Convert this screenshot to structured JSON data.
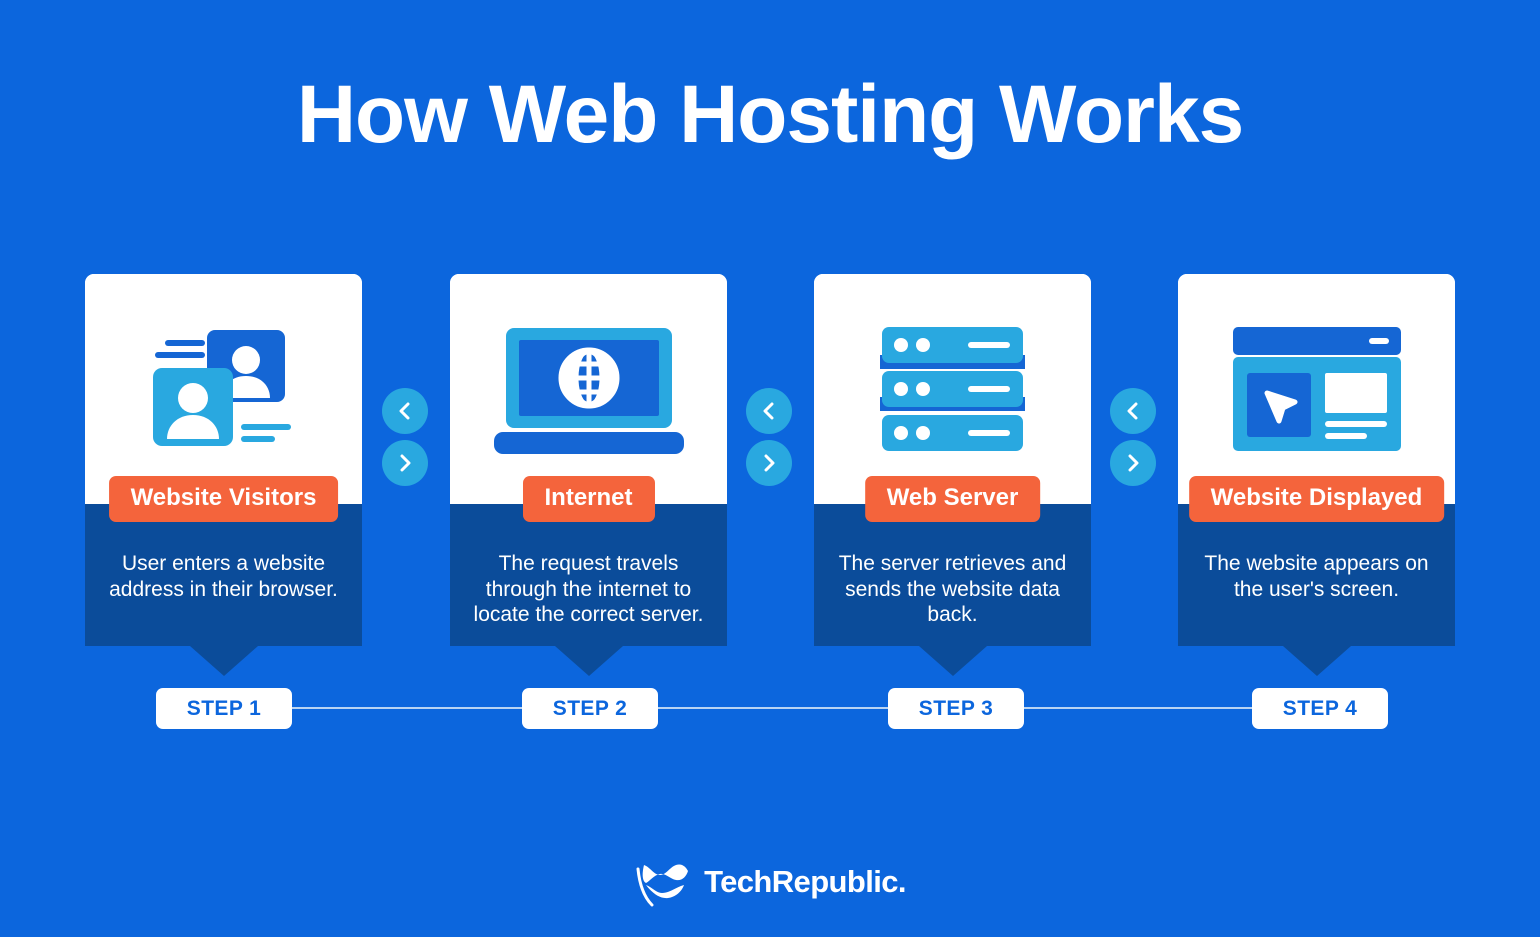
{
  "page": {
    "title": "How Web Hosting Works",
    "background_color": "#0C66DD",
    "panel_color": "#0B4C9A",
    "badge_color": "#F4643C",
    "accent_color": "#29A8E0"
  },
  "cards": [
    {
      "icon": "user-cards-icon",
      "badge": "Website Visitors",
      "description": "User enters a website address in their browser.",
      "step": "STEP 1"
    },
    {
      "icon": "laptop-globe-icon",
      "badge": "Internet",
      "description": "The request travels through the internet to locate the correct server.",
      "step": "STEP 2"
    },
    {
      "icon": "server-rack-icon",
      "badge": "Web Server",
      "description": "The server retrieves and sends the website data back.",
      "step": "STEP 3"
    },
    {
      "icon": "browser-window-icon",
      "badge": "Website Displayed",
      "description": "The website appears on the user's screen.",
      "step": "STEP 4"
    }
  ],
  "connectors": [
    {
      "up": "chevron-left-icon",
      "down": "chevron-right-icon"
    },
    {
      "up": "chevron-left-icon",
      "down": "chevron-right-icon"
    },
    {
      "up": "chevron-left-icon",
      "down": "chevron-right-icon"
    }
  ],
  "footer": {
    "brand": "TechRepublic.",
    "mark": "techrepublic-wave-logo"
  }
}
